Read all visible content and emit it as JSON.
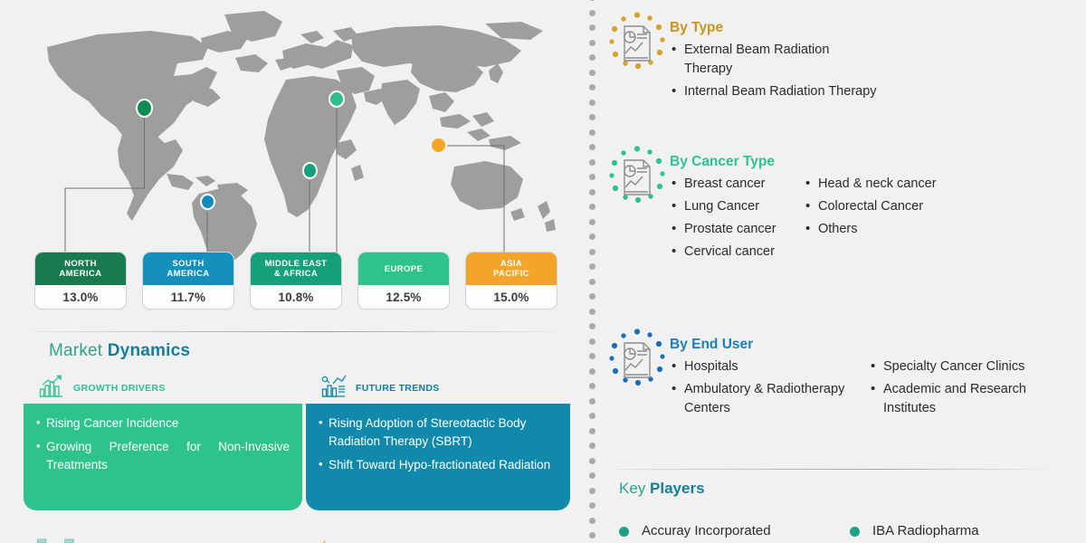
{
  "colors": {
    "north_america": "#1a7a4f",
    "south_america": "#1490bd",
    "middle_east_africa": "#14a07a",
    "europe": "#2ec28d",
    "asia_pacific": "#f2a529",
    "growth_drivers": "#2ec28d",
    "future_trends": "#1089ab",
    "by_type": "#c8941f",
    "by_cancer_type": "#2ec28d",
    "by_end_user": "#1b7fb8",
    "key_players_dot": "#1aa389",
    "map_land": "#9e9e9e",
    "background": "#f1f1f1"
  },
  "map": {
    "name": "world-map",
    "markers": [
      {
        "region": "North America",
        "color": "#0f8a52"
      },
      {
        "region": "South America",
        "color": "#108bbd"
      },
      {
        "region": "Middle East & Africa",
        "color": "#14a07a"
      },
      {
        "region": "Europe",
        "color": "#2fc08b"
      },
      {
        "region": "Asia Pacific",
        "color": "#f5a623"
      }
    ]
  },
  "regions": [
    {
      "line1": "NORTH",
      "line2": "AMERICA",
      "value": "13.0%",
      "color": "#1a7a4f"
    },
    {
      "line1": "SOUTH",
      "line2": "AMERICA",
      "value": "11.7%",
      "color": "#1490bd"
    },
    {
      "line1": "MIDDLE  EAST",
      "line2": "& AFRICA",
      "value": "10.8%",
      "color": "#14a07a"
    },
    {
      "line1": "EUROPE",
      "line2": "",
      "value": "12.5%",
      "color": "#2ec28d"
    },
    {
      "line1": "ASIA",
      "line2": "PACIFIC",
      "value": "15.0%",
      "color": "#f2a529"
    }
  ],
  "market_dynamics": {
    "title_light": "Market ",
    "title_bold": "Dynamics",
    "growth_drivers": {
      "label": "GROWTH DRIVERS",
      "icon": "bar-chart-growth-icon",
      "items": [
        "Rising Cancer Incidence",
        "Growing Preference for Non-Invasive Treatments"
      ]
    },
    "future_trends": {
      "label": "FUTURE TRENDS",
      "icon": "trend-analytics-icon",
      "items": [
        "Rising Adoption of Stereotactic Body Radiation Therapy (SBRT)",
        "Shift Toward Hypo-fractionated Radiation"
      ]
    }
  },
  "segments": [
    {
      "title": "By Type",
      "icon": "document-chart-icon",
      "color": "#c8941f",
      "column_a": [
        "External Beam Radiation Therapy",
        "Internal Beam Radiation Therapy"
      ],
      "column_b": []
    },
    {
      "title": "By Cancer Type",
      "icon": "document-chart-icon",
      "color": "#2ec28d",
      "column_a": [
        "Breast cancer",
        "Lung Cancer",
        "Prostate cancer",
        "Cervical cancer"
      ],
      "column_b": [
        "Head & neck cancer",
        "Colorectal Cancer",
        "Others"
      ]
    },
    {
      "title": "By End User",
      "icon": "document-chart-icon",
      "color": "#1b7fb8",
      "column_a": [
        "Hospitals",
        "Ambulatory & Radiotherapy Centers"
      ],
      "column_b": [
        "Specialty Cancer Clinics",
        "Academic and Research Institutes"
      ]
    }
  ],
  "key_players": {
    "title_light": "Key ",
    "title_bold": "Players",
    "column_a": [
      "Accuray Incorporated"
    ],
    "column_b": [
      "IBA Radiopharma"
    ]
  }
}
